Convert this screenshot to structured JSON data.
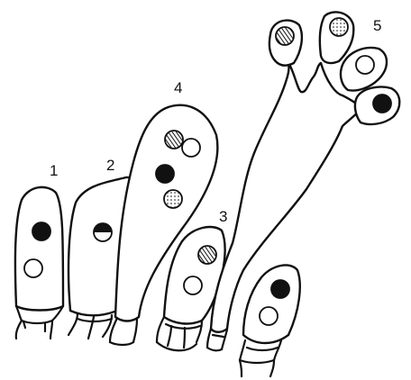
{
  "figure": {
    "labels": {
      "l1": "1",
      "l2": "2",
      "l3": "3",
      "l4": "4",
      "l5": "5"
    },
    "nucleus_styles": {
      "solid": "#111111",
      "hollow": "#ffffff",
      "line_color": "#111111"
    }
  }
}
